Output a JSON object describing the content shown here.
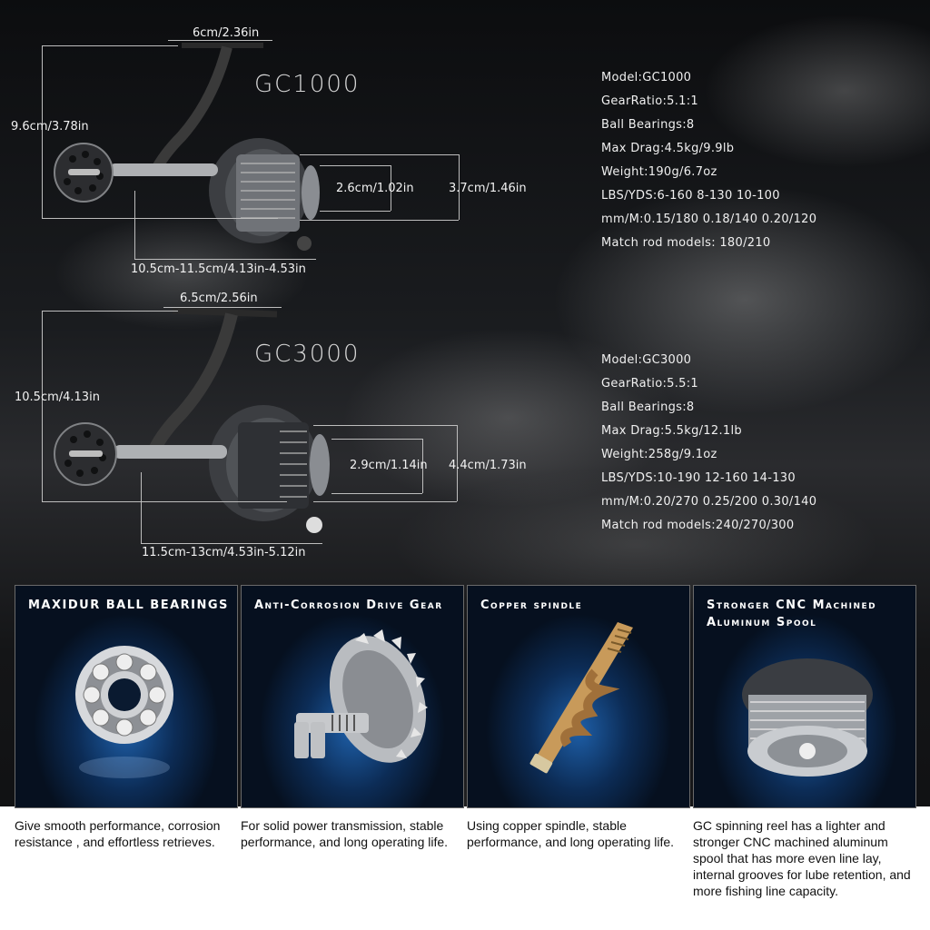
{
  "gc1000": {
    "title": "GC1000",
    "dims": {
      "width_top": "6cm/2.36in",
      "height": "9.6cm/3.78in",
      "spool_inner": "2.6cm/1.02in",
      "spool_outer": "3.7cm/1.46in",
      "length": "10.5cm-11.5cm/4.13in-4.53in"
    },
    "specs": [
      "Model:GC1000",
      "GearRatio:5.1:1",
      "Ball Bearings:8",
      "Max Drag:4.5kg/9.9lb",
      "Weight:190g/6.7oz",
      "LBS/YDS:6-160 8-130 10-100",
      "mm/M:0.15/180 0.18/140 0.20/120",
      "Match rod models: 180/210"
    ]
  },
  "gc3000": {
    "title": "GC3000",
    "dims": {
      "width_top": "6.5cm/2.56in",
      "height": "10.5cm/4.13in",
      "spool_inner": "2.9cm/1.14in",
      "spool_outer": "4.4cm/1.73in",
      "length": "11.5cm-13cm/4.53in-5.12in"
    },
    "specs": [
      "Model:GC3000",
      "GearRatio:5.5:1",
      "Ball Bearings:8",
      "Max Drag:5.5kg/12.1lb",
      "Weight:258g/9.1oz",
      "LBS/YDS:10-190 12-160 14-130",
      "mm/M:0.20/270 0.25/200 0.30/140",
      "Match rod models:240/270/300"
    ]
  },
  "features": [
    {
      "title": "MAXIDUR BALL BEARINGS",
      "icon": "ball-bearing-icon",
      "desc": "Give smooth performance, corrosion resistance , and effortless retrieves."
    },
    {
      "title": "Anti-Corrosion Drive Gear",
      "icon": "drive-gear-icon",
      "desc": "For solid power transmission, stable performance, and long operating life."
    },
    {
      "title": "Copper spindle",
      "icon": "copper-spindle-icon",
      "desc": "Using copper spindle, stable performance, and long operating life."
    },
    {
      "title": "Stronger CNC Machined Aluminum Spool",
      "icon": "aluminum-spool-icon",
      "desc": "GC spinning reel has a lighter and stronger CNC machined aluminum spool that has more even line lay, internal grooves for lube retention, and more fishing line capacity."
    }
  ],
  "colors": {
    "panel_blue": "#1e5fa8",
    "copper": "#c89a5a",
    "metal": "#c8c8c8"
  }
}
